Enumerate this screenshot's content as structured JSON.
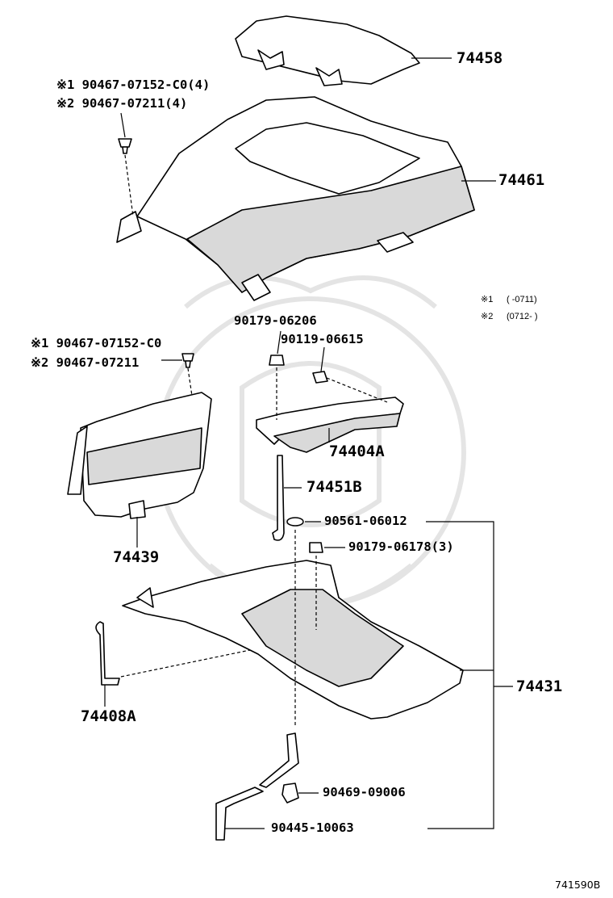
{
  "diagram": {
    "parts": {
      "p74458": "74458",
      "p74461": "74461",
      "p74404A": "74404A",
      "p74451B": "74451B",
      "p74439": "74439",
      "p74431": "74431",
      "p74408A": "74408A"
    },
    "fasteners": {
      "top_clip_1": "※1 90467-07152-C0(4)",
      "top_clip_2": "※2 90467-07211(4)",
      "side_clip_1": "※1 90467-07152-C0",
      "side_clip_2": "※2 90467-07211",
      "nut_top": "90179-06206",
      "bolt": "90119-06615",
      "washer": "90561-06012",
      "nut_tray": "90179-06178(3)",
      "hose_clip": "90469-09006",
      "hose": "90445-10063"
    },
    "notes": {
      "note1_mark": "※1",
      "note1_range": "(      -0711)",
      "note2_mark": "※2",
      "note2_range": "(0712-      )"
    },
    "figure_id": "741590B"
  }
}
